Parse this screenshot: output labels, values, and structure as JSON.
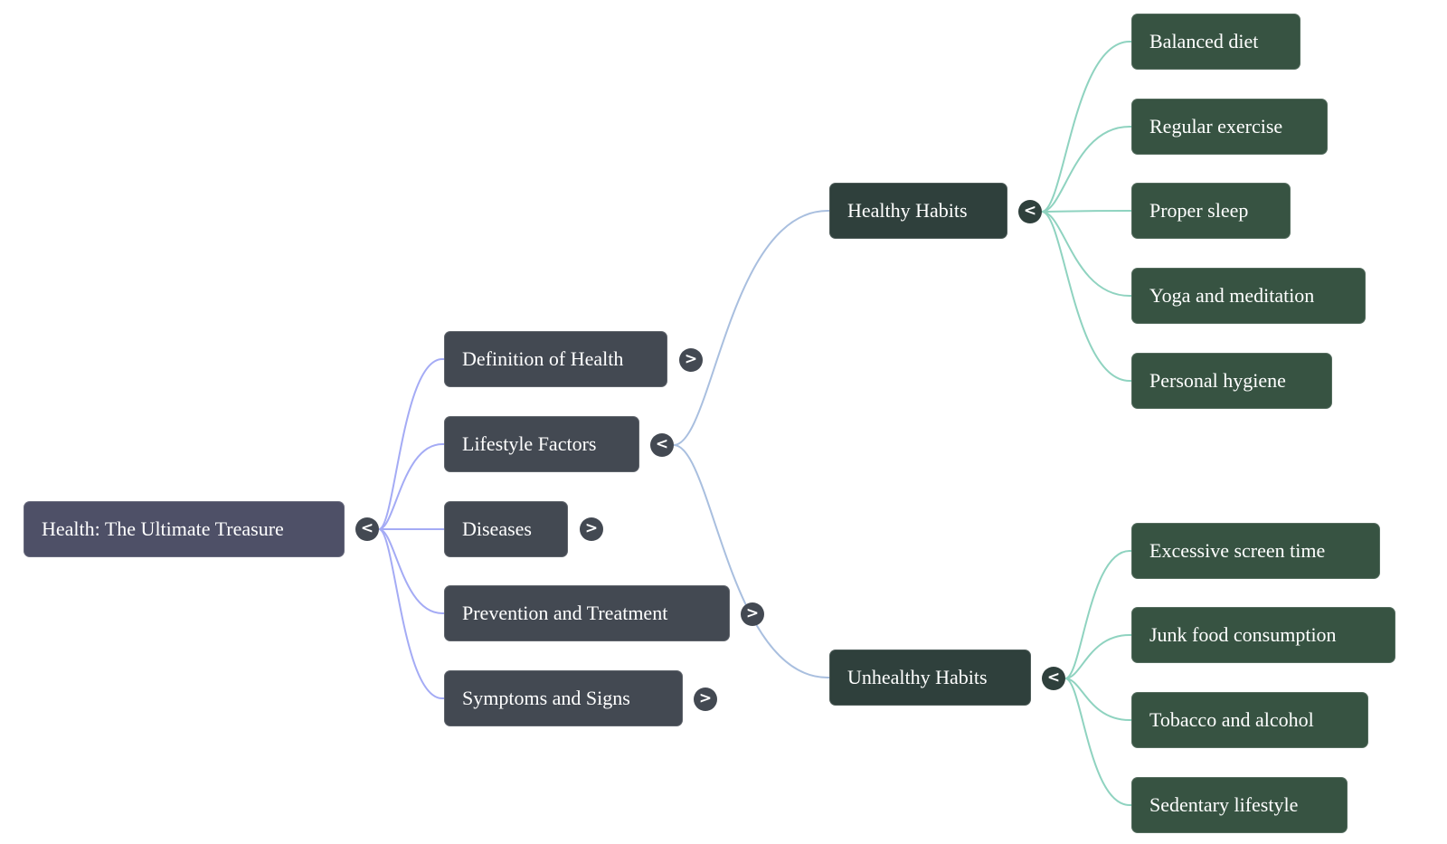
{
  "mindmap": {
    "root": {
      "label": "Health: The Ultimate Treasure",
      "toggle": "<",
      "expanded": true
    },
    "branches": [
      {
        "label": "Definition of Health",
        "toggle": ">",
        "expanded": false
      },
      {
        "label": "Lifestyle Factors",
        "toggle": "<",
        "expanded": true,
        "children": [
          {
            "label": "Healthy Habits",
            "toggle": "<",
            "expanded": true,
            "children": [
              "Balanced diet",
              "Regular exercise",
              "Proper sleep",
              "Yoga and meditation",
              "Personal hygiene"
            ]
          },
          {
            "label": "Unhealthy Habits",
            "toggle": "<",
            "expanded": true,
            "children": [
              "Excessive screen time",
              "Junk food consumption",
              "Tobacco and alcohol",
              "Sedentary lifestyle"
            ]
          }
        ]
      },
      {
        "label": "Diseases",
        "toggle": ">",
        "expanded": false
      },
      {
        "label": "Prevention and Treatment",
        "toggle": ">",
        "expanded": false
      },
      {
        "label": "Symptoms and Signs",
        "toggle": ">",
        "expanded": false
      }
    ]
  },
  "colors": {
    "root_node": "#4e5067",
    "branch_node": "#434952",
    "habit_group_node": "#2f403c",
    "leaf_node": "#375342",
    "root_edges": "#a4abf5",
    "branch_edges": "#a9bfdf",
    "leaf_edges": "#8fd3c0"
  }
}
